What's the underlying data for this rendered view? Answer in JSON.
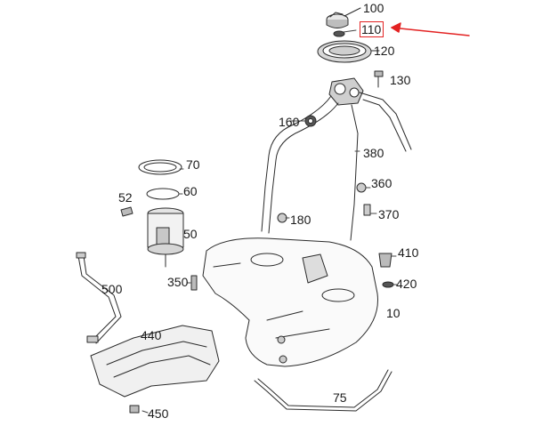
{
  "callouts": [
    {
      "id": "100",
      "label": "100"
    },
    {
      "id": "110",
      "label": "110",
      "highlighted": true
    },
    {
      "id": "120",
      "label": "120"
    },
    {
      "id": "130",
      "label": "130"
    },
    {
      "id": "160",
      "label": "160"
    },
    {
      "id": "380",
      "label": "380"
    },
    {
      "id": "70",
      "label": "70"
    },
    {
      "id": "60",
      "label": "60"
    },
    {
      "id": "52",
      "label": "52"
    },
    {
      "id": "360",
      "label": "360"
    },
    {
      "id": "370",
      "label": "370"
    },
    {
      "id": "180",
      "label": "180"
    },
    {
      "id": "50",
      "label": "50"
    },
    {
      "id": "410",
      "label": "410"
    },
    {
      "id": "500",
      "label": "500"
    },
    {
      "id": "350",
      "label": "350"
    },
    {
      "id": "420",
      "label": "420"
    },
    {
      "id": "10",
      "label": "10"
    },
    {
      "id": "440",
      "label": "440"
    },
    {
      "id": "75",
      "label": "75"
    },
    {
      "id": "450",
      "label": "450"
    }
  ],
  "colors": {
    "line": "#2b2b2b",
    "highlight": "#e32222",
    "text": "#1a1a1a"
  }
}
